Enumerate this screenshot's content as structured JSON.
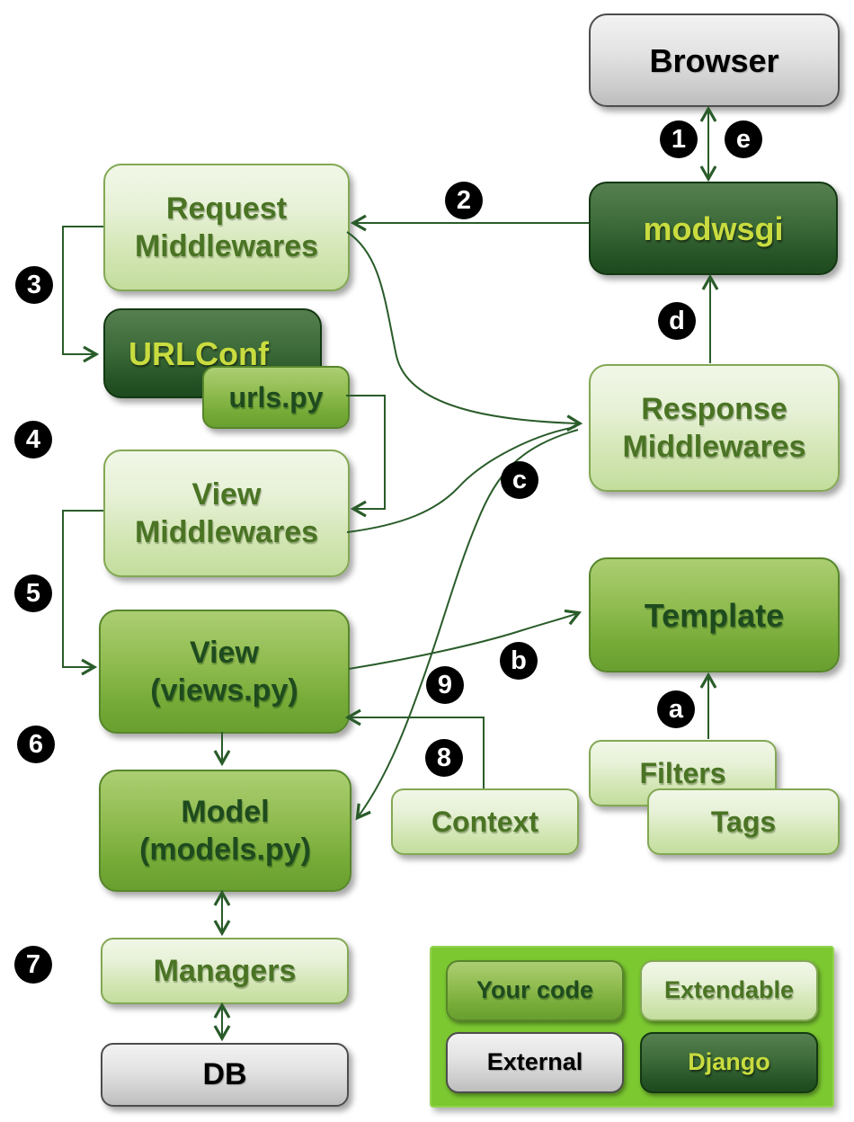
{
  "diagram": {
    "nodes": {
      "browser": "Browser",
      "modwsgi": "modwsgi",
      "request_middlewares": "Request\nMiddlewares",
      "urlconf": "URLConf",
      "urls_py": "urls.py",
      "view_middlewares": "View\nMiddlewares",
      "view": "View\n(views.py)",
      "model": "Model\n(models.py)",
      "managers": "Managers",
      "db": "DB",
      "response_middlewares": "Response\nMiddlewares",
      "template": "Template",
      "filters": "Filters",
      "tags": "Tags",
      "context": "Context"
    },
    "badges": {
      "s1": "1",
      "s2": "2",
      "s3": "3",
      "s4": "4",
      "s5": "5",
      "s6": "6",
      "s7": "7",
      "s8": "8",
      "s9": "9",
      "sa": "a",
      "sb": "b",
      "sc": "c",
      "sd": "d",
      "se": "e"
    },
    "legend": {
      "your_code": "Your code",
      "extendable": "Extendable",
      "external": "External",
      "django": "Django"
    },
    "colors": {
      "your_code_green": "#8bb84a",
      "extendable_light_green": "#e2efcf",
      "external_gray": "#d6d6d6",
      "django_dark_green": "#2f5d2c",
      "connector_green": "#2a5c2a",
      "legend_background": "#7cc831",
      "badge_background": "#000000",
      "badge_text": "#ffffff"
    }
  }
}
